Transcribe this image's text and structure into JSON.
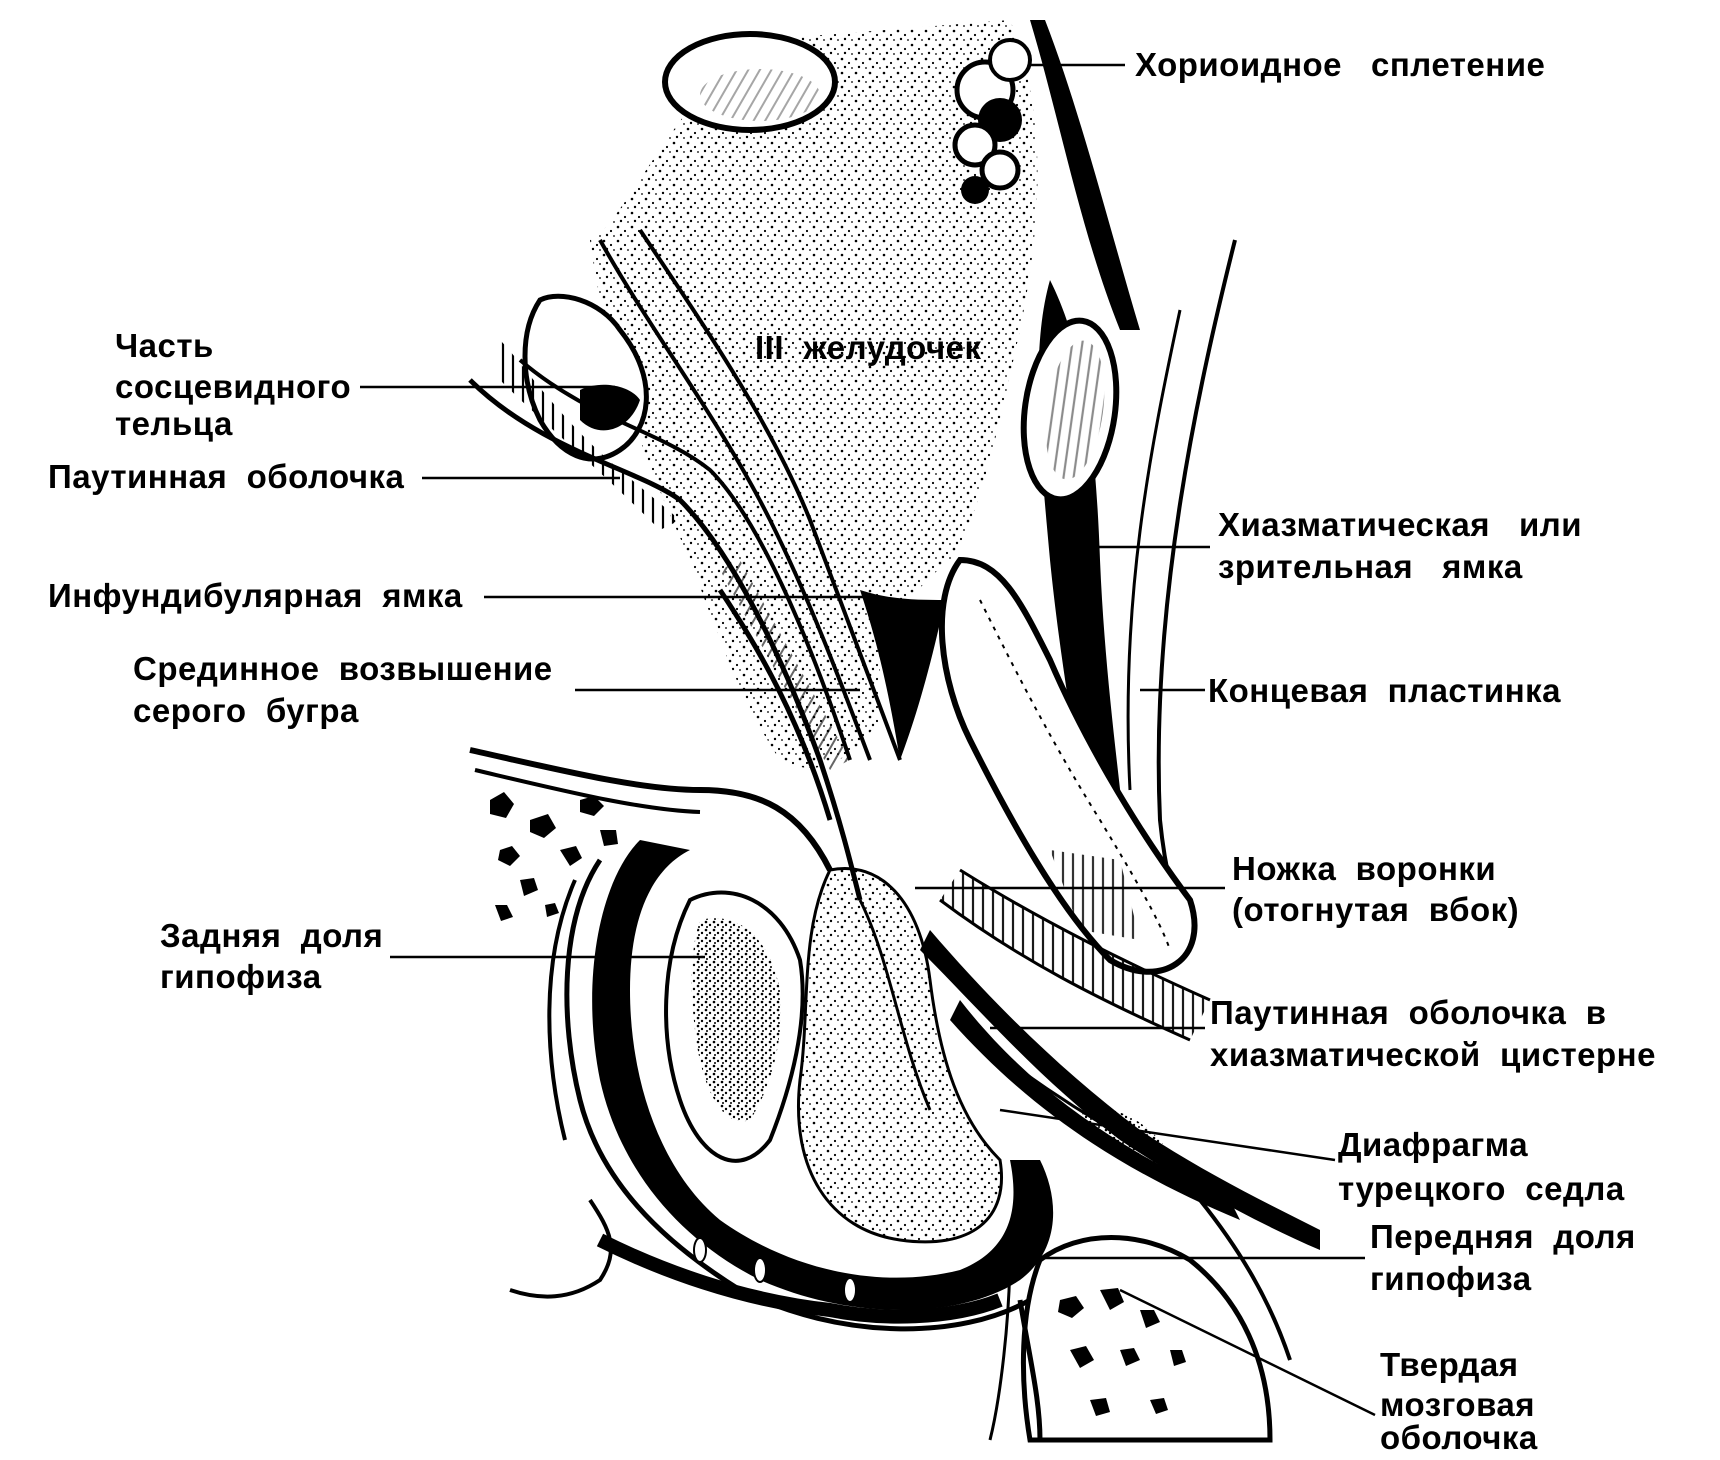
{
  "labels": {
    "choroid_plexus": "Хориоидное   сплетение",
    "third_ventricle": "III  желудочек",
    "mammillary_l1": "Часть",
    "mammillary_l2": "сосцевидного",
    "mammillary_l3": "тельца",
    "arachnoid": "Паутинная  оболочка",
    "infundibular_recess": "Инфундибулярная  ямка",
    "median_eminence_l1": "Срединное  возвышение",
    "median_eminence_l2": "серого  бугра",
    "posterior_lobe_l1": "Задняя  доля",
    "posterior_lobe_l2": "гипофиза",
    "chiasmatic_recess_l1": "Хиазматическая   или",
    "chiasmatic_recess_l2": "зрительная   ямка",
    "lamina_terminalis": "Концевая  пластинка",
    "infundibular_stalk_l1": "Ножка  воронки",
    "infundibular_stalk_l2": "(отогнутая  вбок)",
    "arachnoid_cistern_l1": "Паутинная  оболочка  в",
    "arachnoid_cistern_l2": "хиазматической  цистерне",
    "diaphragm_l1": "Диафрагма",
    "diaphragm_l2": "турецкого  седла",
    "anterior_lobe_l1": "Передняя  доля",
    "anterior_lobe_l2": "гипофиза",
    "dura_l1": "Твердая",
    "dura_l2": "мозговая",
    "dura_l3": "оболочка"
  }
}
